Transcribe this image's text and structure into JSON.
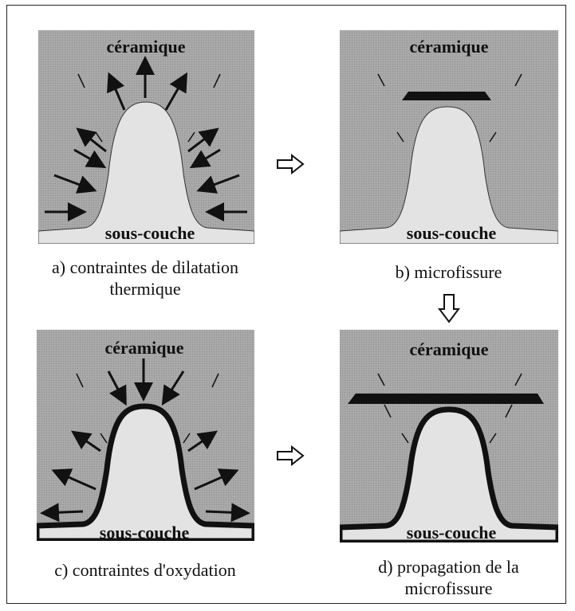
{
  "panels": [
    {
      "id": "a",
      "top_layer": "céramique",
      "bottom_layer": "sous-couche",
      "caption": "a) contraintes de dilatation\nthermique"
    },
    {
      "id": "b",
      "top_layer": "céramique",
      "bottom_layer": "sous-couche",
      "caption": "b) microfissure"
    },
    {
      "id": "c",
      "top_layer": "céramique",
      "bottom_layer": "sous-couche",
      "caption": "c) contraintes d'oxydation"
    },
    {
      "id": "d",
      "top_layer": "céramique",
      "bottom_layer": "sous-couche",
      "caption": "d) propagation de la\nmicrofissure"
    }
  ],
  "colors": {
    "ceramic": "#a9a9a9",
    "bond_coat": "#e3e3e3",
    "ink": "#111111"
  },
  "icons": {
    "flow_right": "hollow-arrow-right-icon",
    "flow_down": "hollow-arrow-down-icon"
  }
}
